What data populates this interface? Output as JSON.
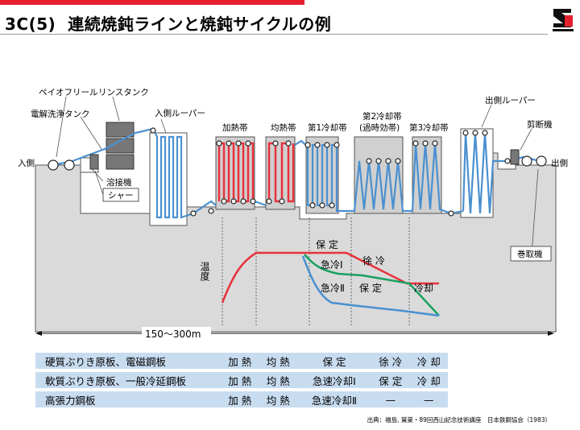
{
  "header": {
    "number": "3C(5)",
    "title": "連続焼鈍ラインと焼鈍サイクルの例"
  },
  "diagram": {
    "labels": {
      "payoff_reel": "ペイオフリール",
      "electrolytic_cleaning_tank": "電解洗浄タンク",
      "rinse_tank": "リンスタンク",
      "entry_looper": "入側ルーパー",
      "entry": "入側",
      "welder": "溶接機",
      "shear": "シャー",
      "heating_zone": "加熱帯",
      "soaking_zone": "均熱帯",
      "cooling_zone_1": "第1冷却帯",
      "cooling_zone_2": "第2冷却帯",
      "cooling_zone_2_sub": "(過時効帯)",
      "cooling_zone_3": "第3冷却帯",
      "exit_looper": "出側ルーパー",
      "shear_exit": "剪断機",
      "exit": "出側",
      "tension_reel": "巻取機",
      "line_length": "150〜300m"
    },
    "cycle": {
      "temperature": "温度",
      "hold": "保 定",
      "rapid_cool_1": "急冷Ⅰ",
      "slow_cool": "徐 冷",
      "rapid_cool_2": "急冷Ⅱ",
      "hold_2": "保 定",
      "cooling": "冷却"
    },
    "colors": {
      "heating": "#e8323c",
      "strip": "#4a90d0",
      "green": "#18a060",
      "machine": "#d9d9d9"
    }
  },
  "table": {
    "rows": [
      {
        "name": "硬質ぶりき原板、電磁鋼板",
        "c1": "加 熱",
        "c2": "均 熱",
        "c3": "保 定",
        "c4": "徐 冷",
        "c5": "冷 却"
      },
      {
        "name": "軟質ぶりき原板、一般冷延鋼板",
        "c1": "加 熱",
        "c2": "均 熱",
        "c3": "急速冷却Ⅰ",
        "c4": "保 定",
        "c5": "冷 却"
      },
      {
        "name": "高張力鋼板",
        "c1": "加 熱",
        "c2": "均 熱",
        "c3": "急速冷却Ⅱ",
        "c4": "—",
        "c5": "—"
      }
    ]
  },
  "footer": {
    "credit": "出典：福島, 鷲巣・89回西山記念技術講座　日本鉄鋼協会（1983）"
  }
}
